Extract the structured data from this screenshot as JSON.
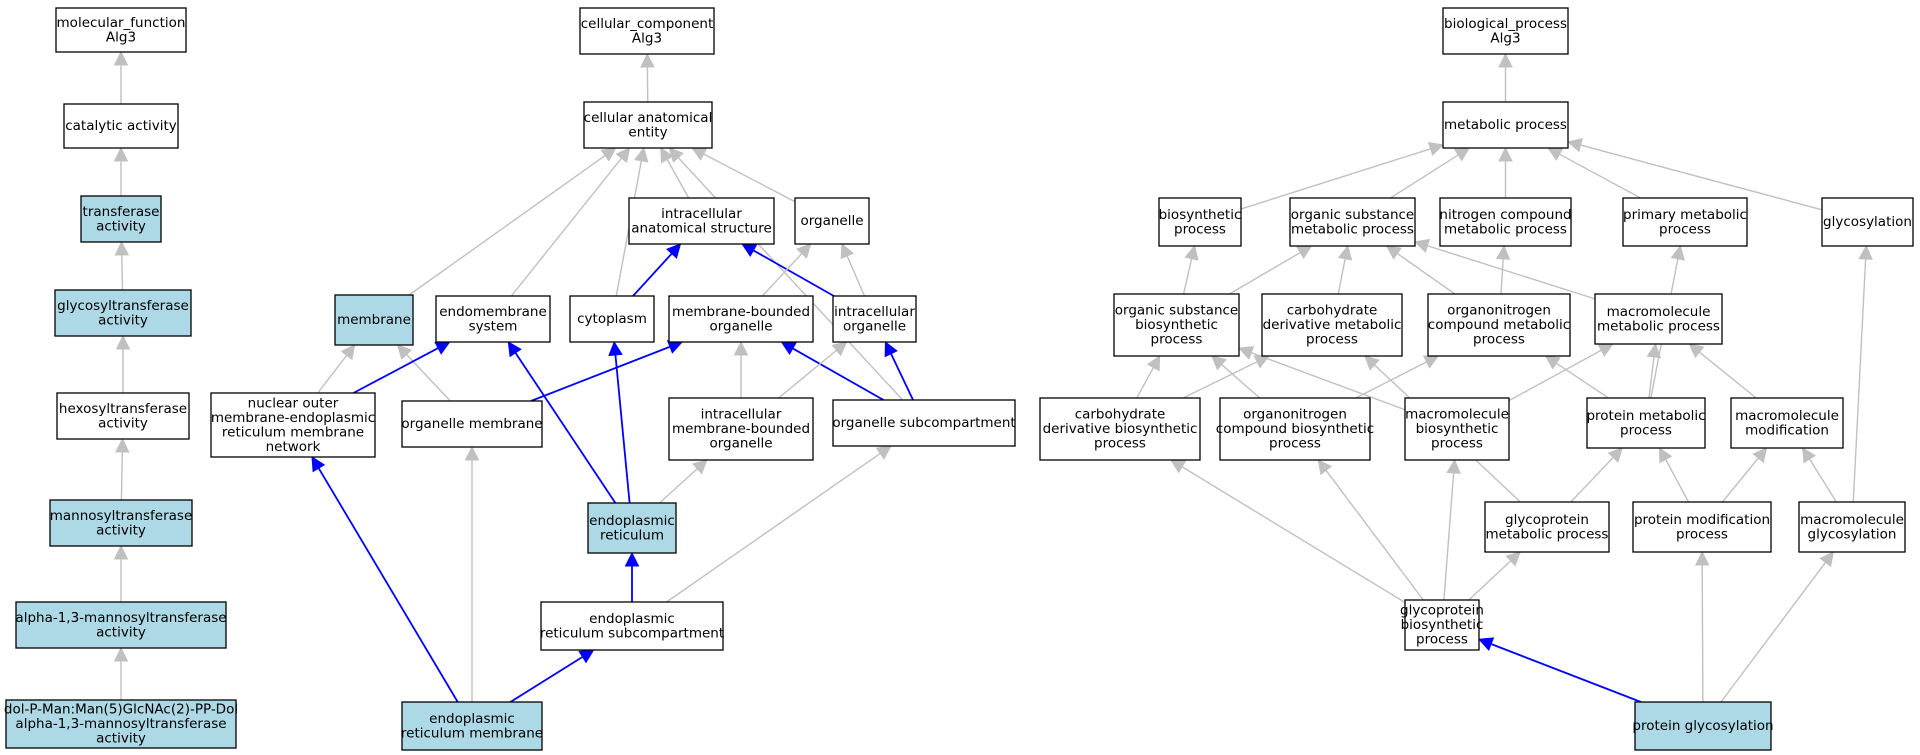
{
  "colors": {
    "default_fill": "#ffffff",
    "highlight_fill": "#add8e6",
    "normal_edge": "#c0c0c0",
    "highlight_edge": "#0000ff",
    "border": "#000000"
  },
  "nodes": [
    {
      "id": "mf",
      "lines": [
        "molecular_function",
        "Alg3"
      ],
      "highlight": false
    },
    {
      "id": "cat",
      "lines": [
        "catalytic activity"
      ],
      "highlight": false
    },
    {
      "id": "trans",
      "lines": [
        "transferase",
        "activity"
      ],
      "highlight": true
    },
    {
      "id": "glyco",
      "lines": [
        "glycosyltransferase",
        "activity"
      ],
      "highlight": true
    },
    {
      "id": "hexo",
      "lines": [
        "hexosyltransferase",
        "activity"
      ],
      "highlight": false
    },
    {
      "id": "manno",
      "lines": [
        "mannosyltransferase",
        "activity"
      ],
      "highlight": true
    },
    {
      "id": "alpha",
      "lines": [
        "alpha-1,3-mannosyltransferase",
        "activity"
      ],
      "highlight": true
    },
    {
      "id": "dol",
      "lines": [
        "dol-P-Man:Man(5)GlcNAc(2)-PP-Dol",
        "alpha-1,3-mannosyltransferase",
        "activity"
      ],
      "highlight": true
    },
    {
      "id": "cc",
      "lines": [
        "cellular_component",
        "Alg3"
      ],
      "highlight": false
    },
    {
      "id": "cae",
      "lines": [
        "cellular anatomical",
        "entity"
      ],
      "highlight": false
    },
    {
      "id": "ias",
      "lines": [
        "intracellular",
        "anatomical structure"
      ],
      "highlight": false
    },
    {
      "id": "org",
      "lines": [
        "organelle"
      ],
      "highlight": false
    },
    {
      "id": "mem",
      "lines": [
        "membrane"
      ],
      "highlight": true
    },
    {
      "id": "endo",
      "lines": [
        "endomembrane",
        "system"
      ],
      "highlight": false
    },
    {
      "id": "cyto",
      "lines": [
        "cytoplasm"
      ],
      "highlight": false
    },
    {
      "id": "mbo",
      "lines": [
        "membrane-bounded",
        "organelle"
      ],
      "highlight": false
    },
    {
      "id": "io",
      "lines": [
        "intracellular",
        "organelle"
      ],
      "highlight": false
    },
    {
      "id": "nuc",
      "lines": [
        "nuclear outer",
        "membrane-endoplasmic",
        "reticulum membrane",
        "network"
      ],
      "highlight": false
    },
    {
      "id": "orgmem",
      "lines": [
        "organelle membrane"
      ],
      "highlight": false
    },
    {
      "id": "imbo",
      "lines": [
        "intracellular",
        "membrane-bounded",
        "organelle"
      ],
      "highlight": false
    },
    {
      "id": "osub",
      "lines": [
        "organelle subcompartment"
      ],
      "highlight": false
    },
    {
      "id": "er",
      "lines": [
        "endoplasmic",
        "reticulum"
      ],
      "highlight": true
    },
    {
      "id": "ersub",
      "lines": [
        "endoplasmic",
        "reticulum subcompartment"
      ],
      "highlight": false
    },
    {
      "id": "ermem",
      "lines": [
        "endoplasmic",
        "reticulum membrane"
      ],
      "highlight": true
    },
    {
      "id": "bp",
      "lines": [
        "biological_process",
        "Alg3"
      ],
      "highlight": false
    },
    {
      "id": "metab",
      "lines": [
        "metabolic process"
      ],
      "highlight": false
    },
    {
      "id": "bio",
      "lines": [
        "biosynthetic",
        "process"
      ],
      "highlight": false
    },
    {
      "id": "osmp",
      "lines": [
        "organic substance",
        "metabolic process"
      ],
      "highlight": false
    },
    {
      "id": "ncmp",
      "lines": [
        "nitrogen compound",
        "metabolic process"
      ],
      "highlight": false
    },
    {
      "id": "pmp",
      "lines": [
        "primary metabolic",
        "process"
      ],
      "highlight": false
    },
    {
      "id": "glycosyl",
      "lines": [
        "glycosylation"
      ],
      "highlight": false
    },
    {
      "id": "osbp",
      "lines": [
        "organic substance",
        "biosynthetic",
        "process"
      ],
      "highlight": false
    },
    {
      "id": "cdmp",
      "lines": [
        "carbohydrate",
        "derivative metabolic",
        "process"
      ],
      "highlight": false
    },
    {
      "id": "oncmp",
      "lines": [
        "organonitrogen",
        "compound metabolic",
        "process"
      ],
      "highlight": false
    },
    {
      "id": "mmp",
      "lines": [
        "macromolecule",
        "metabolic process"
      ],
      "highlight": false
    },
    {
      "id": "cdbp",
      "lines": [
        "carbohydrate",
        "derivative biosynthetic",
        "process"
      ],
      "highlight": false
    },
    {
      "id": "oncbp",
      "lines": [
        "organonitrogen",
        "compound biosynthetic",
        "process"
      ],
      "highlight": false
    },
    {
      "id": "mbp",
      "lines": [
        "macromolecule",
        "biosynthetic",
        "process"
      ],
      "highlight": false
    },
    {
      "id": "protmp",
      "lines": [
        "protein metabolic",
        "process"
      ],
      "highlight": false
    },
    {
      "id": "mmod",
      "lines": [
        "macromolecule",
        "modification"
      ],
      "highlight": false
    },
    {
      "id": "gpmp",
      "lines": [
        "glycoprotein",
        "metabolic process"
      ],
      "highlight": false
    },
    {
      "id": "pmodp",
      "lines": [
        "protein modification",
        "process"
      ],
      "highlight": false
    },
    {
      "id": "mglyc",
      "lines": [
        "macromolecule",
        "glycosylation"
      ],
      "highlight": false
    },
    {
      "id": "gpbp",
      "lines": [
        "glycoprotein",
        "biosynthetic",
        "process"
      ],
      "highlight": false
    },
    {
      "id": "protglyc",
      "lines": [
        "protein glycosylation"
      ],
      "highlight": true
    }
  ],
  "edges": [
    {
      "from": "cat",
      "to": "mf",
      "highlight": false
    },
    {
      "from": "trans",
      "to": "cat",
      "highlight": false
    },
    {
      "from": "glyco",
      "to": "trans",
      "highlight": false
    },
    {
      "from": "hexo",
      "to": "glyco",
      "highlight": false
    },
    {
      "from": "manno",
      "to": "hexo",
      "highlight": false
    },
    {
      "from": "alpha",
      "to": "manno",
      "highlight": false
    },
    {
      "from": "dol",
      "to": "alpha",
      "highlight": false
    },
    {
      "from": "cae",
      "to": "cc",
      "highlight": false
    },
    {
      "from": "mem",
      "to": "cae",
      "highlight": false
    },
    {
      "from": "endo",
      "to": "cae",
      "highlight": false
    },
    {
      "from": "cyto",
      "to": "cae",
      "highlight": false
    },
    {
      "from": "ias",
      "to": "cae",
      "highlight": false
    },
    {
      "from": "org",
      "to": "cae",
      "highlight": false
    },
    {
      "from": "osub",
      "to": "cae",
      "highlight": false
    },
    {
      "from": "cyto",
      "to": "ias",
      "highlight": true
    },
    {
      "from": "io",
      "to": "ias",
      "highlight": true
    },
    {
      "from": "mbo",
      "to": "org",
      "highlight": false
    },
    {
      "from": "io",
      "to": "org",
      "highlight": false
    },
    {
      "from": "nuc",
      "to": "mem",
      "highlight": false
    },
    {
      "from": "orgmem",
      "to": "mem",
      "highlight": false
    },
    {
      "from": "nuc",
      "to": "endo",
      "highlight": true
    },
    {
      "from": "er",
      "to": "endo",
      "highlight": true
    },
    {
      "from": "er",
      "to": "cyto",
      "highlight": true
    },
    {
      "from": "orgmem",
      "to": "mbo",
      "highlight": true
    },
    {
      "from": "imbo",
      "to": "mbo",
      "highlight": false
    },
    {
      "from": "osub",
      "to": "mbo",
      "highlight": true
    },
    {
      "from": "imbo",
      "to": "io",
      "highlight": false
    },
    {
      "from": "osub",
      "to": "io",
      "highlight": true
    },
    {
      "from": "er",
      "to": "imbo",
      "highlight": false
    },
    {
      "from": "ersub",
      "to": "er",
      "highlight": true
    },
    {
      "from": "ersub",
      "to": "osub",
      "highlight": false
    },
    {
      "from": "ermem",
      "to": "nuc",
      "highlight": true
    },
    {
      "from": "ermem",
      "to": "orgmem",
      "highlight": false
    },
    {
      "from": "ermem",
      "to": "ersub",
      "highlight": true
    },
    {
      "from": "metab",
      "to": "bp",
      "highlight": false
    },
    {
      "from": "bio",
      "to": "metab",
      "highlight": false
    },
    {
      "from": "osmp",
      "to": "metab",
      "highlight": false
    },
    {
      "from": "ncmp",
      "to": "metab",
      "highlight": false
    },
    {
      "from": "pmp",
      "to": "metab",
      "highlight": false
    },
    {
      "from": "glycosyl",
      "to": "metab",
      "highlight": false
    },
    {
      "from": "osbp",
      "to": "bio",
      "highlight": false
    },
    {
      "from": "osbp",
      "to": "osmp",
      "highlight": false
    },
    {
      "from": "cdmp",
      "to": "osmp",
      "highlight": false
    },
    {
      "from": "oncmp",
      "to": "osmp",
      "highlight": false
    },
    {
      "from": "mmp",
      "to": "osmp",
      "highlight": false
    },
    {
      "from": "oncmp",
      "to": "ncmp",
      "highlight": false
    },
    {
      "from": "protmp",
      "to": "pmp",
      "highlight": false
    },
    {
      "from": "mglyc",
      "to": "glycosyl",
      "highlight": false
    },
    {
      "from": "cdbp",
      "to": "osbp",
      "highlight": false
    },
    {
      "from": "oncbp",
      "to": "osbp",
      "highlight": false
    },
    {
      "from": "mbp",
      "to": "osbp",
      "highlight": false
    },
    {
      "from": "cdbp",
      "to": "cdmp",
      "highlight": false
    },
    {
      "from": "gpmp",
      "to": "cdmp",
      "highlight": false
    },
    {
      "from": "oncbp",
      "to": "oncmp",
      "highlight": false
    },
    {
      "from": "protmp",
      "to": "oncmp",
      "highlight": false
    },
    {
      "from": "mbp",
      "to": "mmp",
      "highlight": false
    },
    {
      "from": "protmp",
      "to": "mmp",
      "highlight": false
    },
    {
      "from": "mmod",
      "to": "mmp",
      "highlight": false
    },
    {
      "from": "gpmp",
      "to": "protmp",
      "highlight": false
    },
    {
      "from": "pmodp",
      "to": "protmp",
      "highlight": false
    },
    {
      "from": "pmodp",
      "to": "mmod",
      "highlight": false
    },
    {
      "from": "mglyc",
      "to": "mmod",
      "highlight": false
    },
    {
      "from": "gpbp",
      "to": "cdbp",
      "highlight": false
    },
    {
      "from": "gpbp",
      "to": "oncbp",
      "highlight": false
    },
    {
      "from": "gpbp",
      "to": "mbp",
      "highlight": false
    },
    {
      "from": "gpbp",
      "to": "gpmp",
      "highlight": false
    },
    {
      "from": "protglyc",
      "to": "gpbp",
      "highlight": true
    },
    {
      "from": "protglyc",
      "to": "pmodp",
      "highlight": false
    },
    {
      "from": "protglyc",
      "to": "mglyc",
      "highlight": false
    }
  ]
}
